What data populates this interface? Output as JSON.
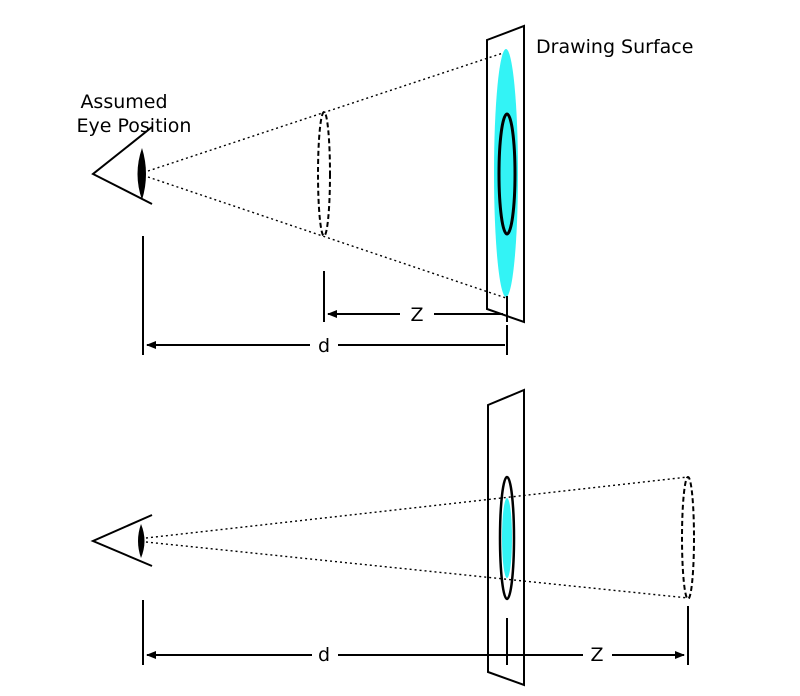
{
  "top": {
    "surface_label": "Drawing Surface",
    "eye_label_line1": "Assumed",
    "eye_label_line2": "Eye Position",
    "z_label": "Z",
    "d_label": "d"
  },
  "bottom": {
    "d_label": "d",
    "z_label": "Z"
  },
  "colors": {
    "projection_fill": "#33f3f5",
    "line": "#000000",
    "background": "#ffffff"
  }
}
